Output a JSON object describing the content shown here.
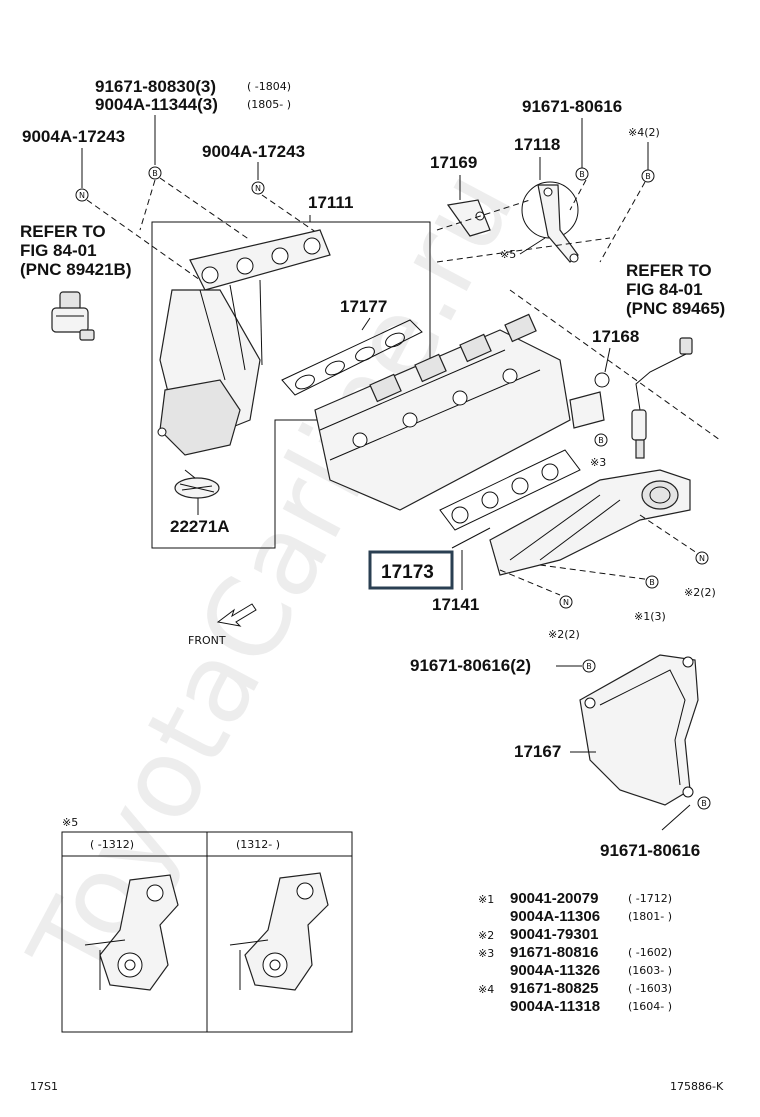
{
  "watermark": "ToyotaCarline.ru",
  "refer1": [
    "REFER TO",
    "FIG 84-01",
    "(PNC 89421B)"
  ],
  "refer2": [
    "REFER TO",
    "FIG 84-01",
    "(PNC 89465)"
  ],
  "labels": {
    "p91671_80830": "91671-80830(3)",
    "p91671_80830_range": "(      -1804)",
    "p9004A_11344": "9004A-11344(3)",
    "p9004A_11344_range": "(1805-      )",
    "p9004A_17243_a": "9004A-17243",
    "p9004A_17243_b": "9004A-17243",
    "p17111": "17111",
    "p17177": "17177",
    "p22271A": "22271A",
    "p17169": "17169",
    "p17118": "17118",
    "p91671_80616_top": "91671-80616",
    "mark4": "※4(2)",
    "mark5": "※5",
    "p17168": "17168",
    "mark3": "※3",
    "p17173": "17173",
    "p17141": "17141",
    "mark2a": "※2(2)",
    "mark2b": "※2(2)",
    "mark1": "※1(3)",
    "front": "FRONT",
    "p91671_80616_2": "91671-80616(2)",
    "p17167": "17167",
    "p91671_80616_bot": "91671-80616"
  },
  "circle_letters": {
    "B": "B",
    "N": "N"
  },
  "variant_table": {
    "title": "※5",
    "col1": "(      -1312)",
    "col2": "(1312-      )"
  },
  "legend": [
    {
      "mark": "※1",
      "pn": "90041-20079",
      "range": "(      -1712)"
    },
    {
      "mark": "",
      "pn": "9004A-11306",
      "range": "(1801-      )"
    },
    {
      "mark": "※2",
      "pn": "90041-79301",
      "range": ""
    },
    {
      "mark": "※3",
      "pn": "91671-80816",
      "range": "(      -1602)"
    },
    {
      "mark": "",
      "pn": "9004A-11326",
      "range": "(1603-      )"
    },
    {
      "mark": "※4",
      "pn": "91671-80825",
      "range": "(      -1603)"
    },
    {
      "mark": "",
      "pn": "9004A-11318",
      "range": "(1604-      )"
    }
  ],
  "footer": {
    "left": "17S1",
    "right": "175886-K"
  }
}
